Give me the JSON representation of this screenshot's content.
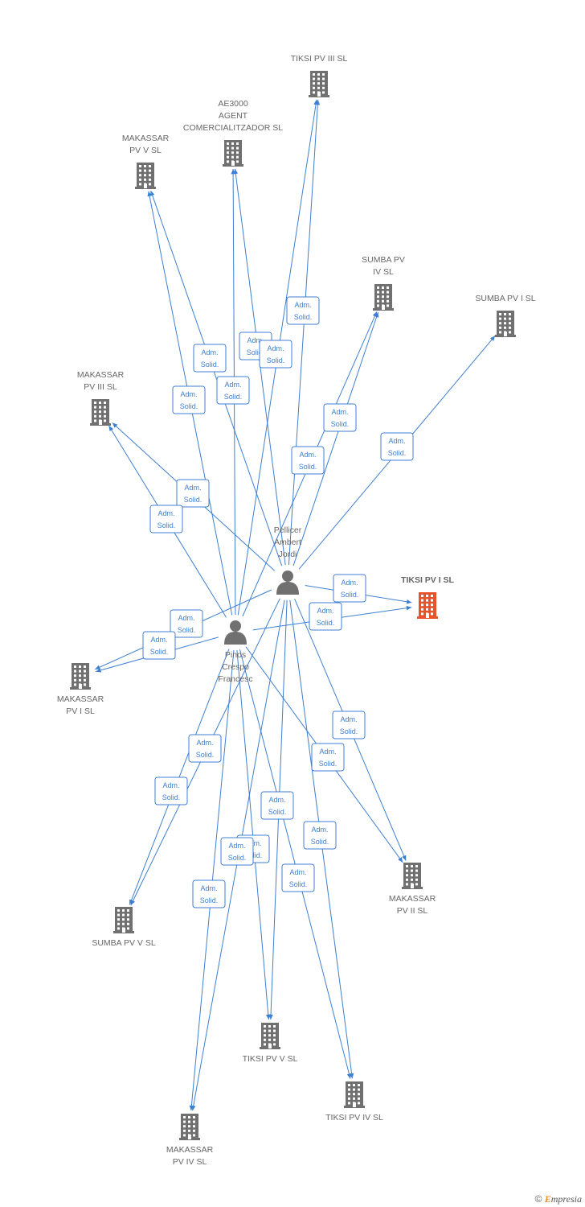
{
  "colors": {
    "edge": "#3f7fd0",
    "company": "#707070",
    "focus_company": "#e8542a",
    "person": "#707070",
    "text": "#666666",
    "edge_label_border": "#3f7fd0"
  },
  "nodes": [
    {
      "id": "tiksi3",
      "type": "company",
      "label": [
        "TIKSI PV III SL"
      ],
      "label_pos": "above"
    },
    {
      "id": "ae3000",
      "type": "company",
      "label": [
        "AE3000",
        "AGENT",
        "COMERCIALITZADOR SL"
      ],
      "label_pos": "above"
    },
    {
      "id": "makassar5",
      "type": "company",
      "label": [
        "MAKASSAR",
        "PV V SL"
      ],
      "label_pos": "above"
    },
    {
      "id": "sumba4",
      "type": "company",
      "label": [
        "SUMBA PV",
        "IV SL"
      ],
      "label_pos": "above"
    },
    {
      "id": "sumba1",
      "type": "company",
      "label": [
        "SUMBA PV I SL"
      ],
      "label_pos": "above"
    },
    {
      "id": "makassar3",
      "type": "company",
      "label": [
        "MAKASSAR",
        "PV III SL"
      ],
      "label_pos": "above"
    },
    {
      "id": "tiksi1",
      "type": "company",
      "label": [
        "TIKSI PV I SL"
      ],
      "label_pos": "above",
      "focus": true
    },
    {
      "id": "makassar1",
      "type": "company",
      "label": [
        "MAKASSAR",
        "PV I SL"
      ],
      "label_pos": "below"
    },
    {
      "id": "makassar2",
      "type": "company",
      "label": [
        "MAKASSAR",
        "PV II SL"
      ],
      "label_pos": "below"
    },
    {
      "id": "sumba5",
      "type": "company",
      "label": [
        "SUMBA PV V SL"
      ],
      "label_pos": "below"
    },
    {
      "id": "tiksi5",
      "type": "company",
      "label": [
        "TIKSI PV V SL"
      ],
      "label_pos": "below"
    },
    {
      "id": "tiksi4",
      "type": "company",
      "label": [
        "TIKSI PV IV SL"
      ],
      "label_pos": "below"
    },
    {
      "id": "makassar4",
      "type": "company",
      "label": [
        "MAKASSAR",
        "PV IV SL"
      ],
      "label_pos": "below"
    },
    {
      "id": "pellicer",
      "type": "person",
      "label": [
        "Pellicer",
        "Ambert",
        "Jordi"
      ],
      "label_pos": "above"
    },
    {
      "id": "pinos",
      "type": "person",
      "label": [
        "Pinos",
        "Crespo",
        "Francesc"
      ],
      "label_pos": "below"
    }
  ],
  "edges": [
    {
      "from": "pellicer",
      "to": "tiksi3",
      "label": [
        "Adm.",
        "Solid."
      ]
    },
    {
      "from": "pinos",
      "to": "tiksi3",
      "label": [
        "Adm.",
        "Solid."
      ]
    },
    {
      "from": "pellicer",
      "to": "ae3000",
      "label": [
        "Adm.",
        "Solid."
      ]
    },
    {
      "from": "pinos",
      "to": "ae3000",
      "label": [
        "Adm.",
        "Solid."
      ]
    },
    {
      "from": "pellicer",
      "to": "makassar5",
      "label": [
        "Adm.",
        "Solid."
      ]
    },
    {
      "from": "pinos",
      "to": "makassar5",
      "label": [
        "Adm.",
        "Solid."
      ]
    },
    {
      "from": "pellicer",
      "to": "sumba4",
      "label": [
        "Adm.",
        "Solid."
      ]
    },
    {
      "from": "pinos",
      "to": "sumba4",
      "label": [
        "Adm.",
        "Solid."
      ]
    },
    {
      "from": "pellicer",
      "to": "sumba1",
      "label": [
        "Adm.",
        "Solid."
      ]
    },
    {
      "from": "pellicer",
      "to": "makassar3",
      "label": [
        "Adm.",
        "Solid."
      ]
    },
    {
      "from": "pinos",
      "to": "makassar3",
      "label": [
        "Adm.",
        "Solid."
      ]
    },
    {
      "from": "pellicer",
      "to": "tiksi1",
      "label": [
        "Adm.",
        "Solid."
      ]
    },
    {
      "from": "pinos",
      "to": "tiksi1",
      "label": [
        "Adm.",
        "Solid."
      ]
    },
    {
      "from": "pellicer",
      "to": "makassar1",
      "label": [
        "Adm.",
        "Solid."
      ]
    },
    {
      "from": "pinos",
      "to": "makassar1",
      "label": [
        "Adm.",
        "Solid."
      ]
    },
    {
      "from": "pellicer",
      "to": "makassar2",
      "label": [
        "Adm.",
        "Solid."
      ]
    },
    {
      "from": "pinos",
      "to": "makassar2",
      "label": [
        "Adm.",
        "Solid."
      ]
    },
    {
      "from": "pellicer",
      "to": "sumba5",
      "label": [
        "Adm.",
        "Solid."
      ]
    },
    {
      "from": "pinos",
      "to": "sumba5",
      "label": [
        "Adm.",
        "Solid."
      ]
    },
    {
      "from": "pellicer",
      "to": "tiksi5",
      "label": [
        "Adm.",
        "Solid."
      ]
    },
    {
      "from": "pinos",
      "to": "tiksi5",
      "label": [
        "Adm.",
        "Solid."
      ]
    },
    {
      "from": "pellicer",
      "to": "tiksi4",
      "label": [
        "Adm.",
        "Solid."
      ]
    },
    {
      "from": "pinos",
      "to": "tiksi4",
      "label": [
        "Adm.",
        "Solid."
      ]
    },
    {
      "from": "pellicer",
      "to": "makassar4",
      "label": [
        "Adm.",
        "Solid."
      ]
    },
    {
      "from": "pinos",
      "to": "makassar4",
      "label": [
        "Adm.",
        "Solid."
      ]
    }
  ],
  "footer": {
    "copyright": "©",
    "brand_initial": "E",
    "brand_rest": "mpresia"
  }
}
